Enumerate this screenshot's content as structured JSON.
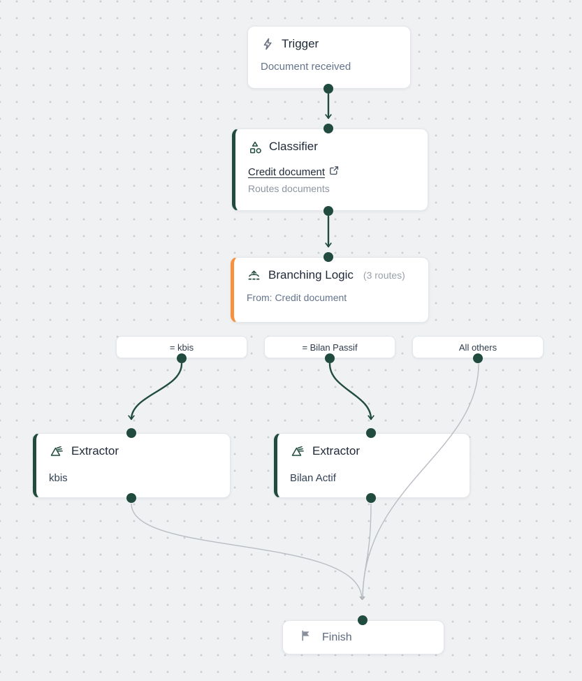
{
  "colors": {
    "accent_green": "#214b3f",
    "accent_orange": "#f8913d",
    "edge_gray": "#b9bdc4",
    "canvas_bg": "#eff1f3",
    "grid_dot": "#c9ccd2"
  },
  "nodes": {
    "trigger": {
      "icon": "lightning-icon",
      "title": "Trigger",
      "subtitle": "Document received"
    },
    "classifier": {
      "icon": "shapes-icon",
      "title": "Classifier",
      "link_label": "Credit document",
      "link_icon": "external-link-icon",
      "subtitle": "Routes documents"
    },
    "branching": {
      "icon": "branch-merge-icon",
      "title": "Branching Logic",
      "routes_badge": "(3 routes)",
      "subtitle": "From: Credit document"
    },
    "extractor_kbis": {
      "icon": "prism-icon",
      "title": "Extractor",
      "subtitle": "kbis"
    },
    "extractor_bilan": {
      "icon": "prism-icon",
      "title": "Extractor",
      "subtitle": "Bilan Actif"
    },
    "finish": {
      "icon": "flag-icon",
      "title": "Finish"
    }
  },
  "route_pills": [
    {
      "label": "= kbis"
    },
    {
      "label": "= Bilan Passif"
    },
    {
      "label": "All others"
    }
  ]
}
